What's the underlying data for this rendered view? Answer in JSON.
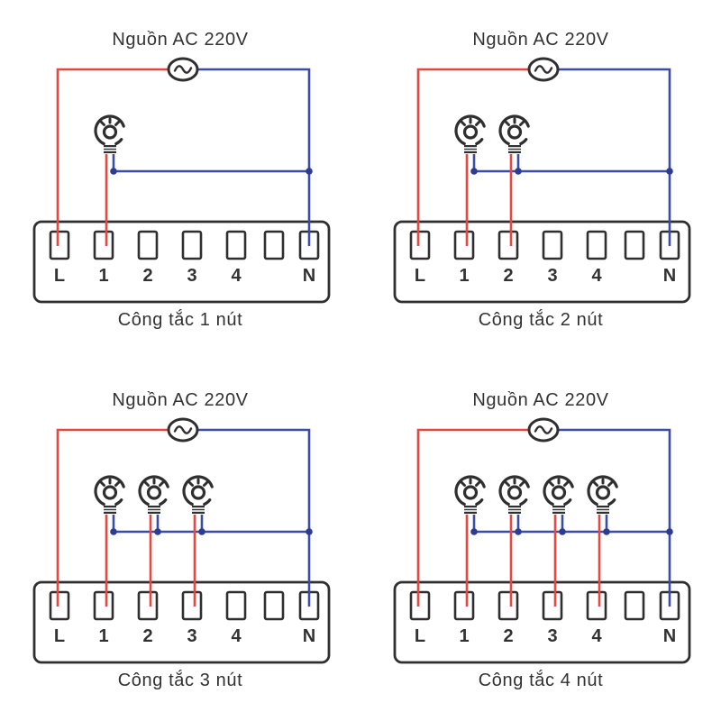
{
  "figure": {
    "type": "wiring-diagram",
    "background": "#ffffff",
    "description_labels": {
      "source_label": "Nguồn AC 220V"
    }
  },
  "colors": {
    "live_wire": "#e8463e",
    "neutral_wire": "#3a4da3",
    "junction_dot": "#2c3c92",
    "outline": "#2f2f2f",
    "text": "#323232",
    "fill": "#ffffff"
  },
  "icons": {
    "source": "ac-sine-wave-source-icon",
    "load": "light-bulb-icon",
    "junction": "junction-dot"
  },
  "terminals": {
    "labels": [
      "L",
      "1",
      "2",
      "3",
      "4",
      "",
      "N"
    ]
  },
  "panels": [
    {
      "title": "Nguồn AC 220V",
      "caption": "Công tắc 1 nút",
      "bulb_count": 1,
      "live_terminals": [
        "L",
        "1"
      ],
      "neutral_terminals": [
        "N"
      ]
    },
    {
      "title": "Nguồn AC 220V",
      "caption": "Công tắc 2 nút",
      "bulb_count": 2,
      "live_terminals": [
        "L",
        "1",
        "2"
      ],
      "neutral_terminals": [
        "N"
      ]
    },
    {
      "title": "Nguồn AC 220V",
      "caption": "Công tắc 3 nút",
      "bulb_count": 3,
      "live_terminals": [
        "L",
        "1",
        "2",
        "3"
      ],
      "neutral_terminals": [
        "N"
      ]
    },
    {
      "title": "Nguồn AC 220V",
      "caption": "Công tắc 4 nút",
      "bulb_count": 4,
      "live_terminals": [
        "L",
        "1",
        "2",
        "3",
        "4"
      ],
      "neutral_terminals": [
        "N"
      ]
    }
  ]
}
